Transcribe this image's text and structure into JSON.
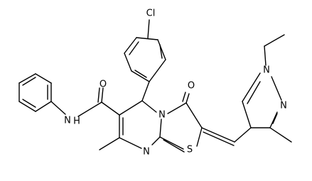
{
  "structure": {
    "atom_labels": {
      "chlorine": "Cl",
      "amide_oxygen": "O",
      "amide_nitrogen": "N",
      "amide_hydrogen": "H",
      "ring_nitrogen": "N",
      "pyrimidine_nitrogen": "N",
      "sulfur": "S",
      "carbonyl_oxygen": "O",
      "pyrazole_n1": "N",
      "pyrazole_n2": "N"
    }
  }
}
